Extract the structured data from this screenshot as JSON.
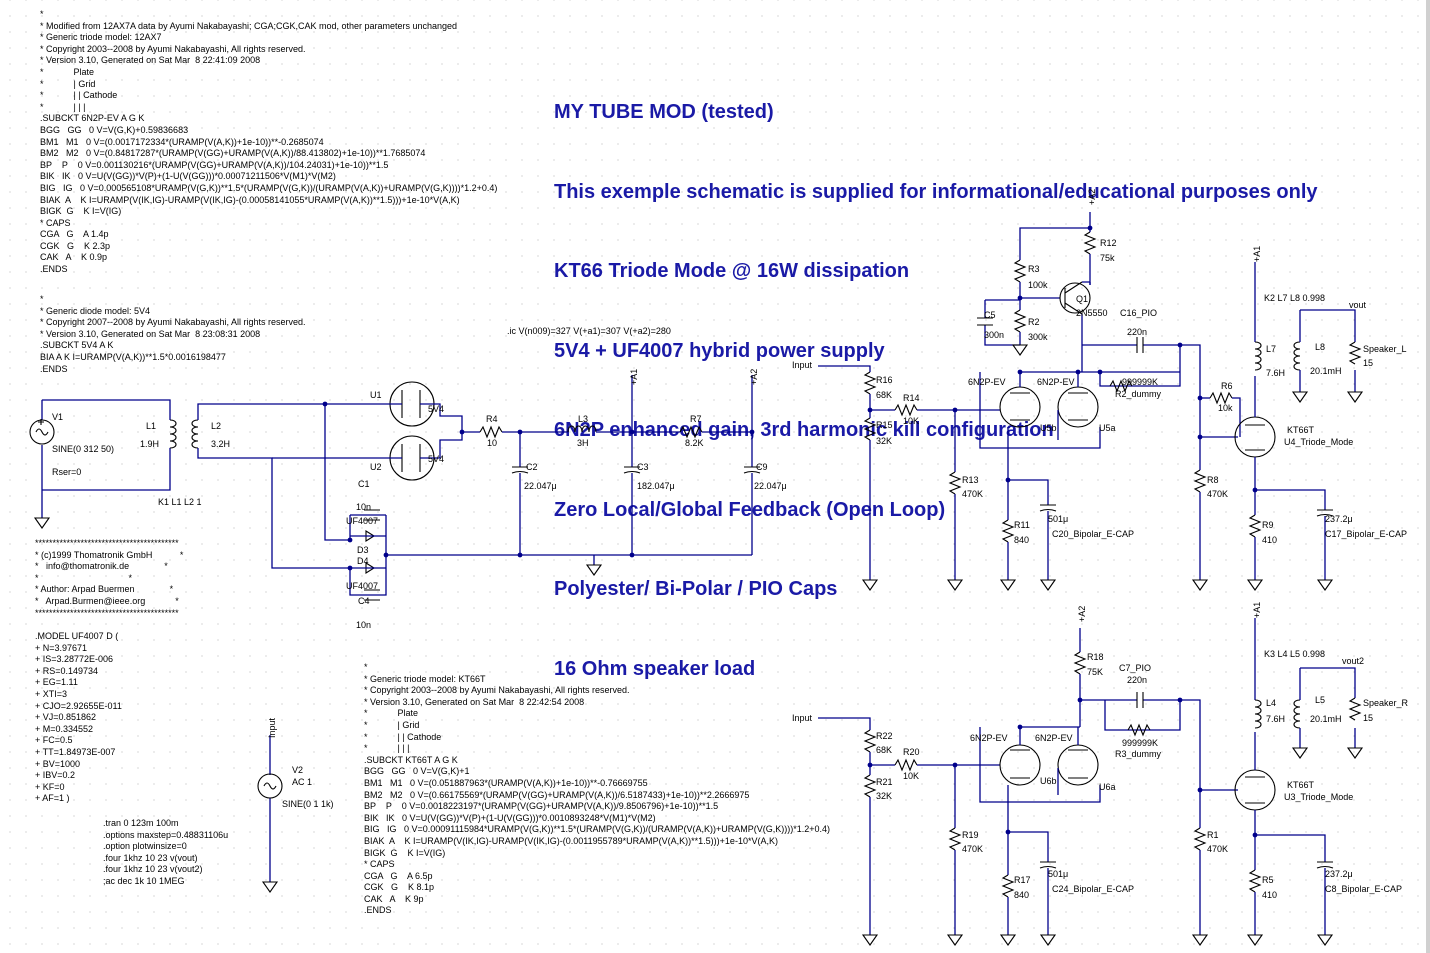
{
  "title_lines": [
    "MY TUBE MOD (tested)",
    "This exemple schematic is supplied for informational/educational purposes only",
    "KT66 Triode Mode @ 16W dissipation",
    "5V4 + UF4007 hybrid power supply",
    "6N2P enhanced gain, 3rd harmonic kill configuration",
    "Zero Local/Global Feedback (Open Loop)",
    "Polyester/ Bi-Polar / PIO Caps",
    "16 Ohm speaker load"
  ],
  "spice_12ax7": "*\n* Modified from 12AX7A data by Ayumi Nakabayashi; CGA;CGK,CAK mod, other parameters unchanged\n* Generic triode model: 12AX7\n* Copyright 2003--2008 by Ayumi Nakabayashi, All rights reserved.\n* Version 3.10, Generated on Sat Mar  8 22:41:09 2008\n*            Plate\n*            | Grid\n*            | | Cathode\n*            | | |\n.SUBCKT 6N2P-EV A G K\nBGG   GG   0 V=V(G,K)+0.59836683\nBM1   M1   0 V=(0.0017172334*(URAMP(V(A,K))+1e-10))**-0.2685074\nBM2   M2   0 V=(0.84817287*(URAMP(V(GG)+URAMP(V(A,K))/88.413802)+1e-10))**1.7685074\nBP    P    0 V=0.001130216*(URAMP(V(GG)+URAMP(V(A,K))/104.24031)+1e-10))**1.5\nBIK   IK   0 V=U(V(GG))*V(P)+(1-U(V(GG)))*0.00071211506*V(M1)*V(M2)\nBIG   IG   0 V=0.000565108*URAMP(V(G,K))**1.5*(URAMP(V(G,K))/(URAMP(V(A,K))+URAMP(V(G,K))))*1.2+0.4)\nBIAK  A    K I=URAMP(V(IK,IG)-URAMP(V(IK,IG)-(0.00058141055*URAMP(V(A,K))**1.5)))+1e-10*V(A,K)\nBIGK  G    K I=V(IG)\n* CAPS\nCGA   G    A 1.4p\nCGK   G    K 2.3p\nCAK   A    K 0.9p\n.ENDS",
  "spice_5v4": "*\n* Generic diode model: 5V4\n* Copyright 2007--2008 by Ayumi Nakabayashi, All rights reserved.\n* Version 3.10, Generated on Sat Mar  8 23:08:31 2008\n.SUBCKT 5V4 A K\nBIA A K I=URAMP(V(A,K))**1.5*0.0016198477\n.ENDS",
  "ic_directive": ".ic V(n009)=327 V(+a1)=307 V(+a2)=280",
  "copyright_thomatronik": "*****************************************\n* (c)1999 Thomatronik GmbH           *\n*   info@thomatronik.de              *\n*                                    *\n* Author: Arpad Buermen              *\n*   Arpad.Burmen@ieee.org            *\n*****************************************",
  "model_uf4007": ".MODEL UF4007 D (\n+ N=3.97671\n+ IS=3.28772E-006\n+ RS=0.149734\n+ EG=1.11\n+ XTI=3\n+ CJO=2.92655E-011\n+ VJ=0.851862\n+ M=0.334552\n+ FC=0.5\n+ TT=1.84973E-007\n+ BV=1000\n+ IBV=0.2\n+ KF=0\n+ AF=1 )",
  "sim_directives": ".tran 0 123m 100m\n.options maxstep=0.48831106u\n.option plotwinsize=0\n.four 1khz 10 23 v(vout)\n.four 1khz 10 23 v(vout2)\n;ac dec 1k 10 1MEG",
  "spice_kt66": "*\n* Generic triode model: KT66T\n* Copyright 2003--2008 by Ayumi Nakabayashi, All rights reserved.\n* Version 3.10, Generated on Sat Mar  8 22:42:54 2008\n*            Plate\n*            | Grid\n*            | | Cathode\n*            | | |\n.SUBCKT KT66T A G K\nBGG   GG   0 V=V(G,K)+1\nBM1   M1   0 V=(0.051887963*(URAMP(V(A,K))+1e-10))**-0.76669755\nBM2   M2   0 V=(0.66175569*(URAMP(V(GG)+URAMP(V(A,K))/6.5187433)+1e-10))**2.2666975\nBP    P    0 V=0.0018223197*(URAMP(V(GG)+URAMP(V(A,K))/9.8506796)+1e-10))**1.5\nBIK   IK   0 V=U(V(GG))*V(P)+(1-U(V(GG)))*0.0010893248*V(M1)*V(M2)\nBIG   IG   0 V=0.00091115984*URAMP(V(G,K))**1.5*(URAMP(V(G,K))/(URAMP(V(A,K))+URAMP(V(G,K))))*1.2+0.4)\nBIAK  A    K I=URAMP(V(IK,IG)-URAMP(V(IK,IG)-(0.0011955789*URAMP(V(A,K))**1.5)))+1e-10*V(A,K)\nBIGK  G    K I=V(IG)\n* CAPS\nCGA   G    A 6.5p\nCGK   G    K 8.1p\nCAK   A    K 9p\n.ENDS",
  "labels": {
    "v1": "V1",
    "v1_val": "SINE(0 312 50)",
    "v1_rser": "Rser=0",
    "l1": "L1",
    "l1_val": "1.9H",
    "l2": "L2",
    "l2_val": "3.2H",
    "k1": "K1 L1 L2  1",
    "u1": "U1",
    "u2": "U2",
    "tube_5v4": "5V4",
    "r4": "R4",
    "r4_val": "10",
    "l3": "L3",
    "l3_val": "3H",
    "r7": "R7",
    "r7_val": "8.2K",
    "a1": "+A1",
    "a2": "+A2",
    "c2": "C2",
    "c2_val": "22.047μ",
    "c3": "C3",
    "c3_val": "182.047μ",
    "c9": "C9",
    "c9_val": "22.047μ",
    "c1": "C1",
    "c1_val": "10n",
    "d3": "D3",
    "d4": "D4",
    "uf4007": "UF4007",
    "c4": "C4",
    "c4_val": "10n",
    "v2": "V2",
    "v2_ac": "AC 1",
    "v2_val": "SINE(0 1 1k)",
    "input": "Input",
    "r16": "R16",
    "r16_val": "68K",
    "r14": "R14",
    "r14_val": "10K",
    "r15": "R15",
    "r15_val": "32K",
    "r13": "R13",
    "r13_val": "470K",
    "r11": "R11",
    "r11_val": "840",
    "c20_val": "501μ",
    "c20": "C20_Bipolar_E-CAP",
    "u5b": "U5b",
    "u5a": "U5a",
    "tube_6n2p": "6N2P-EV",
    "r3": "R3",
    "r3_val": "100k",
    "r2": "R2",
    "r2_val": "300k",
    "c5": "C5",
    "c5_val": "300n",
    "q1": "Q1",
    "q1_val": "2N5550",
    "r12": "R12",
    "r12_val": "75k",
    "c16": "C16_PIO",
    "c16_val": "220n",
    "r2d_val": "999999K",
    "r2d": "R2_dummy",
    "r6": "R6",
    "r6_val": "10k",
    "r8": "R8",
    "r8_val": "470K",
    "r9": "R9",
    "r9_val": "410",
    "c17_val": "237.2μ",
    "c17": "C17_Bipolar_E-CAP",
    "u4_tube": "KT66T",
    "u4": "U4_Triode_Mode",
    "k2": "K2 L7 L8  0.998",
    "l7": "L7",
    "l7_val": "7.6H",
    "l8": "L8",
    "l8_val": "20.1mH",
    "vout": "vout",
    "speaker_l": "Speaker_L",
    "spk_val": "15",
    "r18": "R18",
    "r18_val": "75K",
    "c7": "C7_PIO",
    "c7_val": "220n",
    "r3d_val": "999999K",
    "r3d": "R3_dummy",
    "r22": "R22",
    "r22_val": "68K",
    "r20": "R20",
    "r20_val": "10K",
    "r21": "R21",
    "r21_val": "32K",
    "u6b": "U6b",
    "u6a": "U6a",
    "r19": "R19",
    "r19_val": "470K",
    "r17": "R17",
    "r17_val": "840",
    "c24_val": "501μ",
    "c24": "C24_Bipolar_E-CAP",
    "r1": "R1",
    "r1_val": "470K",
    "r5": "R5",
    "r5_val": "410",
    "c8_val": "237.2μ",
    "c8": "C8_Bipolar_E-CAP",
    "u3_tube": "KT66T",
    "u3": "U3_Triode_Mode",
    "k3": "K3 L4 L5  0.998",
    "l4": "L4",
    "l4_val": "7.6H",
    "l5": "L5",
    "l5_val": "20.1mH",
    "vout2": "vout2",
    "speaker_r": "Speaker_R"
  },
  "colors": {
    "wire": "#00008b",
    "title": "#1a1aa6",
    "grid": "#b8b8b8"
  }
}
